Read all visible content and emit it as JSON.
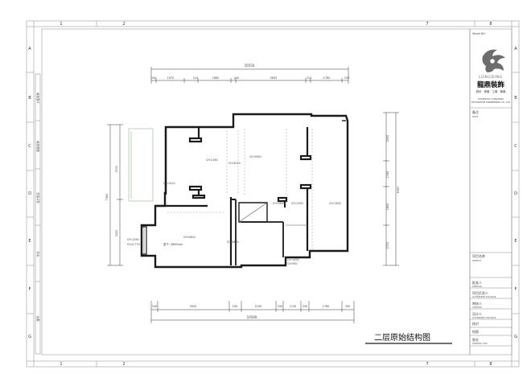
{
  "frame": {
    "col_numbers": [
      "1",
      "2",
      "7",
      "8"
    ],
    "row_letters": [
      "A",
      "B",
      "C",
      "D",
      "E",
      "F",
      "G"
    ]
  },
  "drawing_title": "二层原始结构图",
  "top_dims": {
    "total": "16550",
    "segments": [
      "240",
      "1670",
      "210",
      "1880",
      "240",
      "5600",
      "210",
      "1760",
      "240"
    ]
  },
  "bottom_dims": {
    "total": "10590",
    "segments": [
      "240",
      "3920",
      "240",
      "2230",
      "240",
      "1130",
      "240",
      "1760",
      "300"
    ]
  },
  "left_dims": [
    "3700",
    "7365",
    "3320"
  ],
  "right_dims": [
    "2550",
    "1165",
    "1840",
    "2700",
    "8390"
  ],
  "rooms": [
    {
      "label": "CH:2180"
    },
    {
      "label": "CH:3010"
    },
    {
      "label": "CH:3440"
    },
    {
      "label": "CH:1410"
    },
    {
      "label": "CH:2900"
    },
    {
      "label": "CH:1290"
    },
    {
      "label": "CH:1300"
    },
    {
      "label": "CH:2600"
    },
    {
      "label": "CH:3600"
    },
    {
      "label": "CH:1290"
    },
    {
      "label": "CH:0.770"
    },
    {
      "label": "梁下: 2860mm"
    },
    {
      "label": "CH:1450"
    },
    {
      "label": "CH:950"
    }
  ],
  "title_block": {
    "sheet_tag": "Sheet NO.",
    "logo_text": "LONGDING",
    "company_cn": "龍鼎裝飾",
    "slogan_cn": "設計 · 家裝 · 工裝 · 軟裝",
    "company_en_1": "CHANGSHU LONGDING",
    "company_en_2": "DECORATION ENGINEERING CO., LTD",
    "notes_label": "备注",
    "notes_sub": "NOTE",
    "project_label": "项目名称",
    "project_sub": "PROJECT",
    "rows": [
      {
        "cn": "批准人",
        "en": "APPROVAL"
      },
      {
        "cn": "项目负责人",
        "en": "AUTHORIZED FOR ISSUE"
      },
      {
        "cn": "审核人",
        "en": "CHECKED"
      },
      {
        "cn": "设计人",
        "en": "AUTHORIZED FOR ISSUE"
      },
      {
        "cn": "校对",
        "en": ""
      },
      {
        "cn": "绘图",
        "en": ""
      },
      {
        "cn": "图名",
        "en": "DRAWING TITLE"
      }
    ]
  },
  "left_strip": [
    "工程名称",
    "图纸名称",
    "设计阶段",
    "专业",
    "图号"
  ]
}
